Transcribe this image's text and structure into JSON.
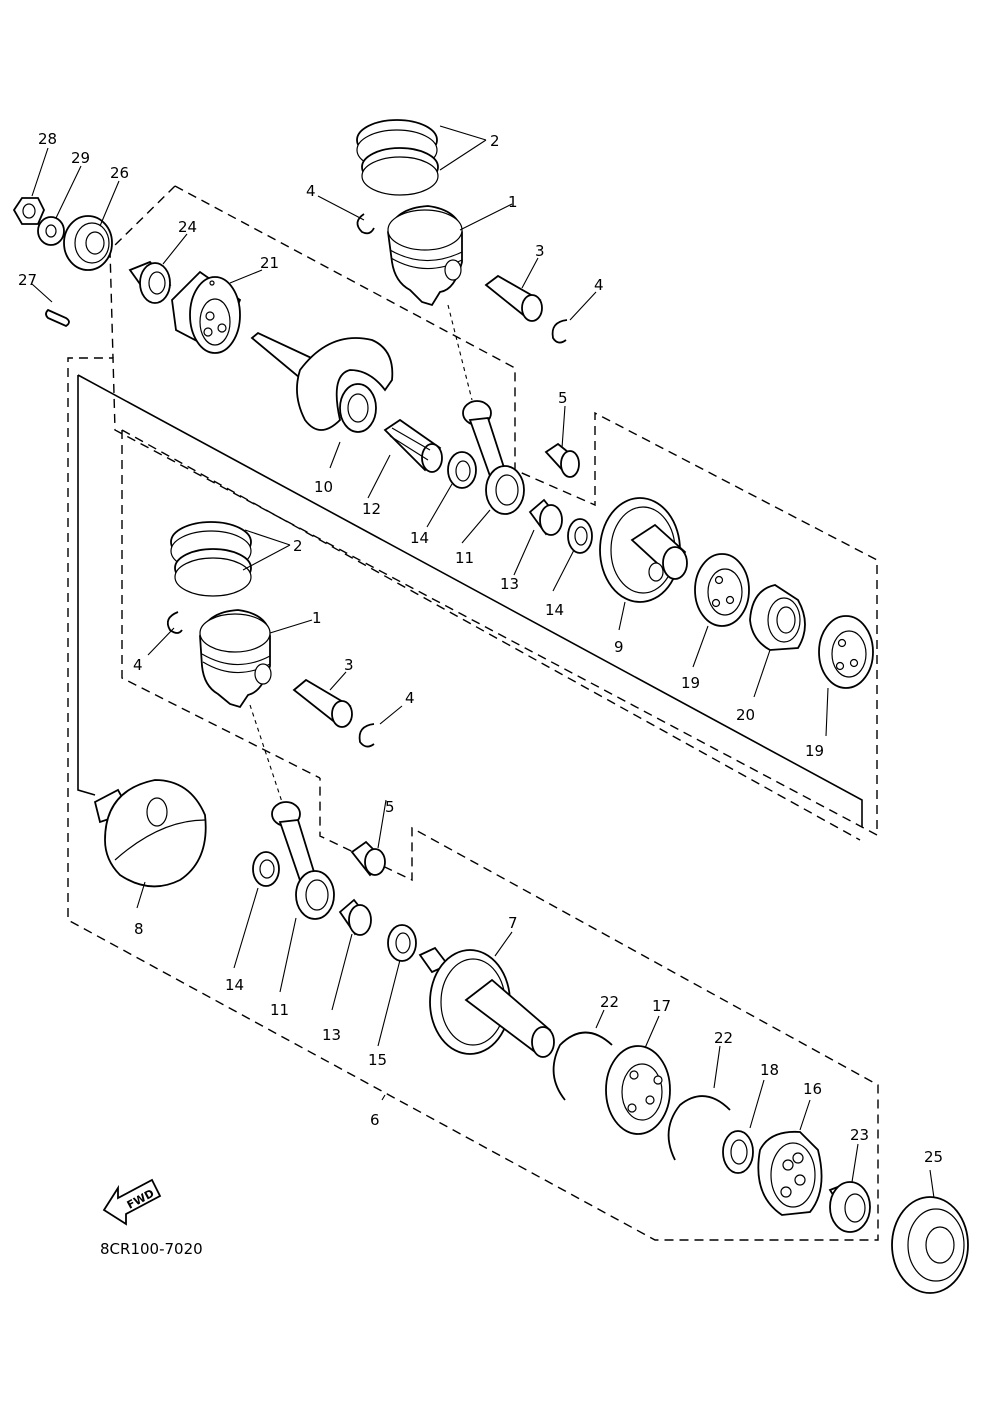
{
  "diagram": {
    "code": "8CR100-7020",
    "fwd_label": "FWD",
    "callouts": [
      {
        "id": "c28",
        "text": "28"
      },
      {
        "id": "c29",
        "text": "29"
      },
      {
        "id": "c26",
        "text": "26"
      },
      {
        "id": "c24",
        "text": "24"
      },
      {
        "id": "c21",
        "text": "21"
      },
      {
        "id": "c27",
        "text": "27"
      },
      {
        "id": "c2a",
        "text": "2"
      },
      {
        "id": "c4a",
        "text": "4"
      },
      {
        "id": "c1a",
        "text": "1"
      },
      {
        "id": "c3a",
        "text": "3"
      },
      {
        "id": "c4b",
        "text": "4"
      },
      {
        "id": "c5a",
        "text": "5"
      },
      {
        "id": "c10",
        "text": "10"
      },
      {
        "id": "c12",
        "text": "12"
      },
      {
        "id": "c14a",
        "text": "14"
      },
      {
        "id": "c11a",
        "text": "11"
      },
      {
        "id": "c13a",
        "text": "13"
      },
      {
        "id": "c14b",
        "text": "14"
      },
      {
        "id": "c9",
        "text": "9"
      },
      {
        "id": "c2b",
        "text": "2"
      },
      {
        "id": "c1b",
        "text": "1"
      },
      {
        "id": "c4c",
        "text": "4"
      },
      {
        "id": "c3b",
        "text": "3"
      },
      {
        "id": "c4d",
        "text": "4"
      },
      {
        "id": "c19a",
        "text": "19"
      },
      {
        "id": "c20",
        "text": "20"
      },
      {
        "id": "c19b",
        "text": "19"
      },
      {
        "id": "c5b",
        "text": "5"
      },
      {
        "id": "c8",
        "text": "8"
      },
      {
        "id": "c14c",
        "text": "14"
      },
      {
        "id": "c11b",
        "text": "11"
      },
      {
        "id": "c13b",
        "text": "13"
      },
      {
        "id": "c15",
        "text": "15"
      },
      {
        "id": "c7",
        "text": "7"
      },
      {
        "id": "c22a",
        "text": "22"
      },
      {
        "id": "c17",
        "text": "17"
      },
      {
        "id": "c22b",
        "text": "22"
      },
      {
        "id": "c18",
        "text": "18"
      },
      {
        "id": "c16",
        "text": "16"
      },
      {
        "id": "c23",
        "text": "23"
      },
      {
        "id": "c25",
        "text": "25"
      },
      {
        "id": "c6",
        "text": "6"
      }
    ]
  }
}
